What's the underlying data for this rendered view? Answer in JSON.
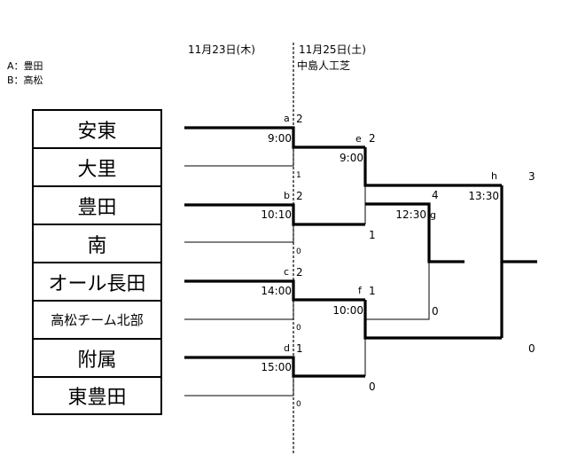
{
  "header": {
    "date1": "11月23日(木)",
    "date2": "11月25日(土)",
    "venue2": "中島人工芝"
  },
  "venue_legend": [
    {
      "key": "A：",
      "name": "豊田"
    },
    {
      "key": "B：",
      "name": "高松"
    }
  ],
  "teams": [
    "安東",
    "大里",
    "豊田",
    "南",
    "オール長田",
    "高松チーム北部",
    "附属",
    "東豊田"
  ],
  "round1": [
    {
      "label": "a",
      "time": "9:00",
      "top_score": "2",
      "bottom_score": "1"
    },
    {
      "label": "b",
      "time": "10:10",
      "top_score": "2",
      "bottom_score": "0"
    },
    {
      "label": "c",
      "time": "14:00",
      "top_score": "2",
      "bottom_score": "0"
    },
    {
      "label": "d",
      "time": "15:00",
      "top_score": "1",
      "bottom_score": "0"
    }
  ],
  "round2": [
    {
      "label": "e",
      "time": "9:00",
      "top_score": "2",
      "bottom_score": "1"
    },
    {
      "label": "f",
      "time": "10:00",
      "top_score": "1",
      "bottom_score": "0"
    }
  ],
  "semifinal": {
    "label": "g",
    "time": "12:30",
    "top_score": "4",
    "bottom_score": "0"
  },
  "final": {
    "label": "h",
    "time": "13:30",
    "top_score": "3",
    "bottom_score": "0"
  },
  "colors": {
    "line": "#000000",
    "background": "#ffffff"
  }
}
